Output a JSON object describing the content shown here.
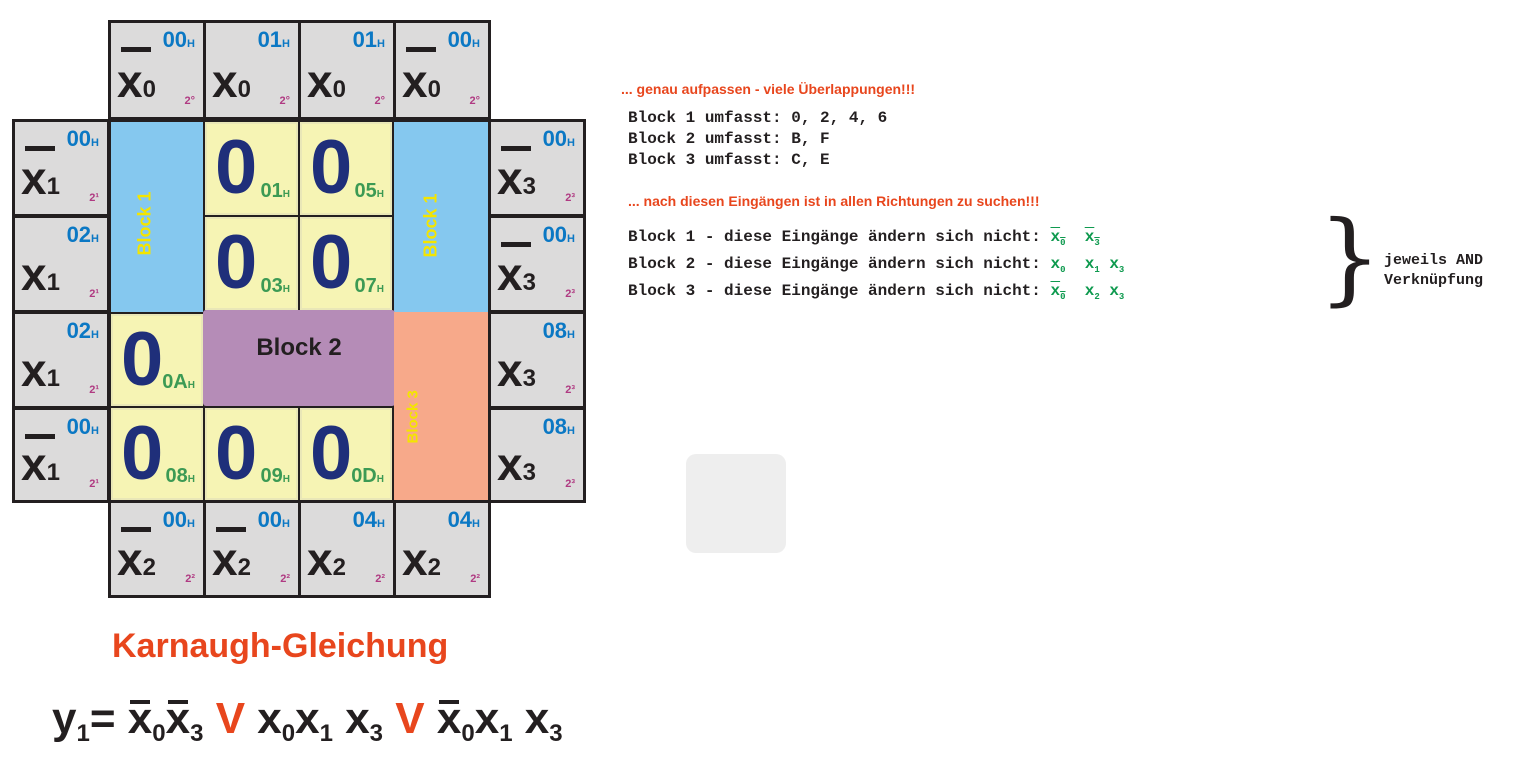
{
  "top_labels": [
    {
      "var": "x",
      "sub": "0",
      "negated": true,
      "hex": "00",
      "pow": "2°"
    },
    {
      "var": "x",
      "sub": "0",
      "negated": false,
      "hex": "01",
      "pow": "2°"
    },
    {
      "var": "x",
      "sub": "0",
      "negated": false,
      "hex": "01",
      "pow": "2°"
    },
    {
      "var": "x",
      "sub": "0",
      "negated": true,
      "hex": "00",
      "pow": "2°"
    }
  ],
  "left_labels": [
    {
      "var": "x",
      "sub": "1",
      "negated": true,
      "hex": "00",
      "pow": "2¹"
    },
    {
      "var": "x",
      "sub": "1",
      "negated": false,
      "hex": "02",
      "pow": "2¹"
    },
    {
      "var": "x",
      "sub": "1",
      "negated": false,
      "hex": "02",
      "pow": "2¹"
    },
    {
      "var": "x",
      "sub": "1",
      "negated": true,
      "hex": "00",
      "pow": "2¹"
    }
  ],
  "right_labels": [
    {
      "var": "x",
      "sub": "3",
      "negated": true,
      "hex": "00",
      "pow": "2³"
    },
    {
      "var": "x",
      "sub": "3",
      "negated": true,
      "hex": "00",
      "pow": "2³"
    },
    {
      "var": "x",
      "sub": "3",
      "negated": false,
      "hex": "08",
      "pow": "2³"
    },
    {
      "var": "x",
      "sub": "3",
      "negated": false,
      "hex": "08",
      "pow": "2³"
    }
  ],
  "bottom_labels": [
    {
      "var": "x",
      "sub": "2",
      "negated": true,
      "hex": "00",
      "pow": "2²"
    },
    {
      "var": "x",
      "sub": "2",
      "negated": true,
      "hex": "00",
      "pow": "2²"
    },
    {
      "var": "x",
      "sub": "2",
      "negated": false,
      "hex": "04",
      "pow": "2²"
    },
    {
      "var": "x",
      "sub": "2",
      "negated": false,
      "hex": "04",
      "pow": "2²"
    }
  ],
  "hex_suffix": "H",
  "cells": {
    "c01": {
      "value": "0",
      "hex": "01"
    },
    "c05": {
      "value": "0",
      "hex": "05"
    },
    "c03": {
      "value": "0",
      "hex": "03"
    },
    "c07": {
      "value": "0",
      "hex": "07"
    },
    "c0A": {
      "value": "0",
      "hex": "0A"
    },
    "c08": {
      "value": "0",
      "hex": "08"
    },
    "c09": {
      "value": "0",
      "hex": "09"
    },
    "c0D": {
      "value": "0",
      "hex": "0D"
    }
  },
  "blocks": {
    "block1_left": "Block 1",
    "block1_right": "Block 1",
    "block2": "Block 2",
    "block3": "Block 3"
  },
  "notes": {
    "heading1": "... genau aufpassen - viele Überlappungen!!!",
    "line1": "Block 1 umfasst: 0, 2, 4, 6",
    "line2": "Block 2 umfasst: B, F",
    "line3": "Block 3 umfasst: C, E",
    "heading2": "... nach diesen Eingängen ist in allen Richtungen zu suchen!!!",
    "rule_prefix1": "Block 1 - diese Eingänge ändern sich nicht:",
    "rule_prefix2": "Block 2 - diese Eingänge ändern sich nicht:",
    "rule_prefix3": "Block 3 - diese Eingänge ändern sich nicht:",
    "brace_text1": "jeweils AND",
    "brace_text2": "Verknüpfung"
  },
  "equation": {
    "title": "Karnaugh-Gleichung",
    "lhs": "y",
    "lhs_sub": "1",
    "equals": "=",
    "or_symbol": "V"
  },
  "colors": {
    "block1": "#85c8ef",
    "block2": "#b58cb7",
    "block3": "#f7a98a",
    "cell_fill": "#f6f4b4",
    "label_fill": "#dcdbdb",
    "hex_blue": "#0b78c4",
    "hex_green": "#3c9a54",
    "accent_orange": "#e8461d"
  }
}
